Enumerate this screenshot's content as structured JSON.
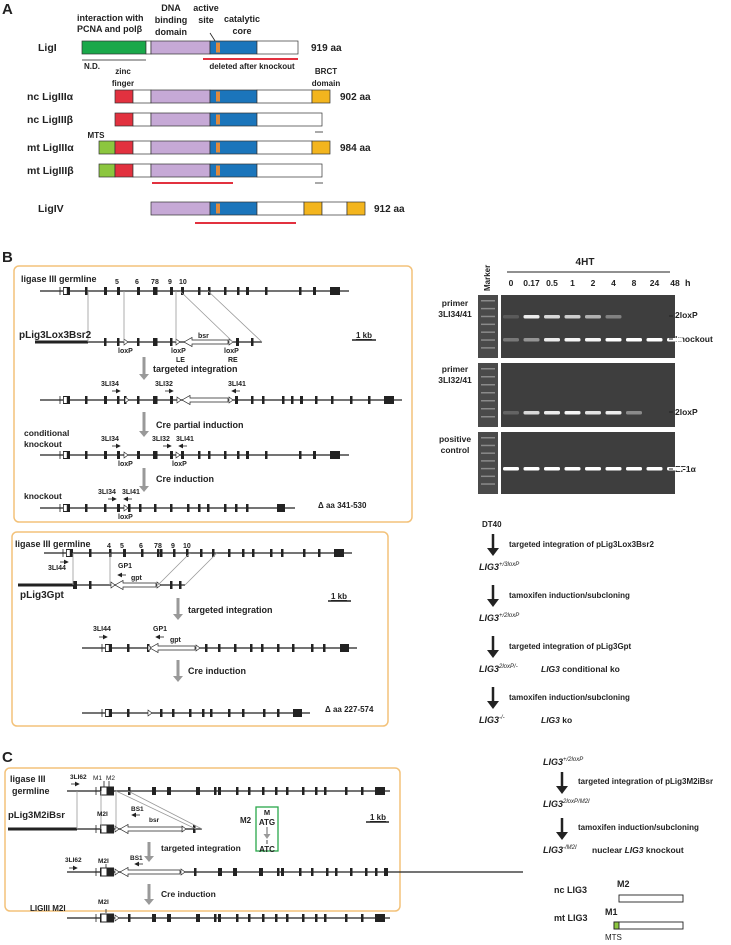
{
  "panelA": {
    "label": "A",
    "annotations": {
      "pcna": [
        "interaction with",
        "PCNA and polβ"
      ],
      "dna": [
        "DNA",
        "binding",
        "domain"
      ],
      "active": [
        "active",
        "site"
      ],
      "catalytic": [
        "catalytic",
        "core"
      ],
      "nd": "N.D.",
      "zinc": [
        "zinc",
        "finger"
      ],
      "deleted": "deleted after knockout",
      "brct": [
        "BRCT",
        "domain"
      ],
      "mts": "MTS"
    },
    "proteins": [
      {
        "name": "LigI",
        "length": "919 aa"
      },
      {
        "name": "nc LigIIIα",
        "length": "902 aa"
      },
      {
        "name": "nc LigIIIβ",
        "length": ""
      },
      {
        "name": "mt LigIIIα",
        "length": "984 aa"
      },
      {
        "name": "mt LigIIIβ",
        "length": ""
      },
      {
        "name": "LigIV",
        "length": "912 aa"
      }
    ],
    "colors": {
      "pcna": "#1aa84a",
      "dna": "#c6a9d6",
      "catalytic": "#1b75bb",
      "active": "#e08a3c",
      "zinc": "#e2313f",
      "brct": "#f3b51e",
      "mts": "#8cc63f",
      "deleted": "#e2313f",
      "nd": "#aaaaaa"
    }
  },
  "panelB": {
    "label": "B",
    "box1": {
      "germline": "ligase III germline",
      "exons": [
        "5",
        "6",
        "7",
        "8",
        "9",
        "10"
      ],
      "vector": "pLig3Lox3Bsr2",
      "loxp": "loxP",
      "le": "LE",
      "re": "RE",
      "bsr": "bsr",
      "scale": "1 kb",
      "step1": "targeted integration",
      "primers": [
        "3LI34",
        "3LI32",
        "3LI41"
      ],
      "step2": "Cre partial induction",
      "conditional": [
        "conditional",
        "knockout"
      ],
      "step3": "Cre induction",
      "knockout": "knockout",
      "deletion": "Δ aa 341-530"
    },
    "box2": {
      "germline": "ligase III germline",
      "exons": [
        "4",
        "5",
        "6",
        "7",
        "8",
        "9",
        "10"
      ],
      "primer": "3LI44",
      "gp1": "GP1",
      "gpt": "gpt",
      "vector": "pLig3Gpt",
      "scale": "1 kb",
      "step1": "targeted integration",
      "step2": "Cre induction",
      "deletion": "Δ aa 227-574"
    },
    "gel": {
      "treatment": "4HT",
      "marker": "Marker",
      "timepoints": [
        "0",
        "0.17",
        "0.5",
        "1",
        "2",
        "4",
        "8",
        "24",
        "48"
      ],
      "unit": "h",
      "rows": [
        {
          "primer": [
            "primer",
            "3LI34/41"
          ],
          "bands": [
            "2loxP",
            "knockout"
          ]
        },
        {
          "primer": [
            "primer",
            "3LI32/41"
          ],
          "bands": [
            "2loxP"
          ]
        },
        {
          "primer": [
            "positive",
            "control"
          ],
          "bands": [
            "EF1α"
          ]
        }
      ]
    },
    "flow": {
      "start": "DT40",
      "steps": [
        {
          "arrow": "targeted integration of pLig3Lox3Bsr2",
          "genotype": "LIG3",
          "sup": "+/3loxP",
          "note": ""
        },
        {
          "arrow": "tamoxifen induction/subcloning",
          "genotype": "LIG3",
          "sup": "+/2loxP",
          "note": ""
        },
        {
          "arrow": "targeted integration of pLig3Gpt",
          "genotype": "LIG3",
          "sup": "2loxP/-",
          "note_it": "LIG3",
          "note": " conditional ko"
        },
        {
          "arrow": "tamoxifen induction/subcloning",
          "genotype": "LIG3",
          "sup": "-/-",
          "note_it": "LIG3",
          "note": " ko"
        }
      ]
    }
  },
  "panelC": {
    "label": "C",
    "germline": [
      "ligase III",
      "germline"
    ],
    "primer": "3LI62",
    "m1": "M1",
    "m2": "M2",
    "m2i": "M2I",
    "vector": "pLig3M2iBsr",
    "bs1": "BS1",
    "bsr": "bsr",
    "mutation": {
      "m2": "M2",
      "m": "M",
      "from": "ATG",
      "to": "ATC"
    },
    "scale": "1 kb",
    "step1": "targeted integration",
    "step2": "Cre induction",
    "result": "LIGIII M2I",
    "flow": {
      "start": {
        "genotype": "LIG3",
        "sup": "+/2loxP"
      },
      "steps": [
        {
          "arrow": "targeted integration of pLig3M2iBsr",
          "genotype": "LIG3",
          "sup": "2loxP/M2I"
        },
        {
          "arrow": "tamoxifen induction/subcloning",
          "genotype": "LIG3",
          "sup": "-/M2I",
          "note_pre": "nuclear ",
          "note_it": "LIG3",
          "note": " knockout"
        }
      ]
    },
    "isoforms": [
      {
        "name": "nc LIG3",
        "start": "M2"
      },
      {
        "name": "mt LIG3",
        "start": "M1",
        "tag": "MTS"
      }
    ]
  }
}
